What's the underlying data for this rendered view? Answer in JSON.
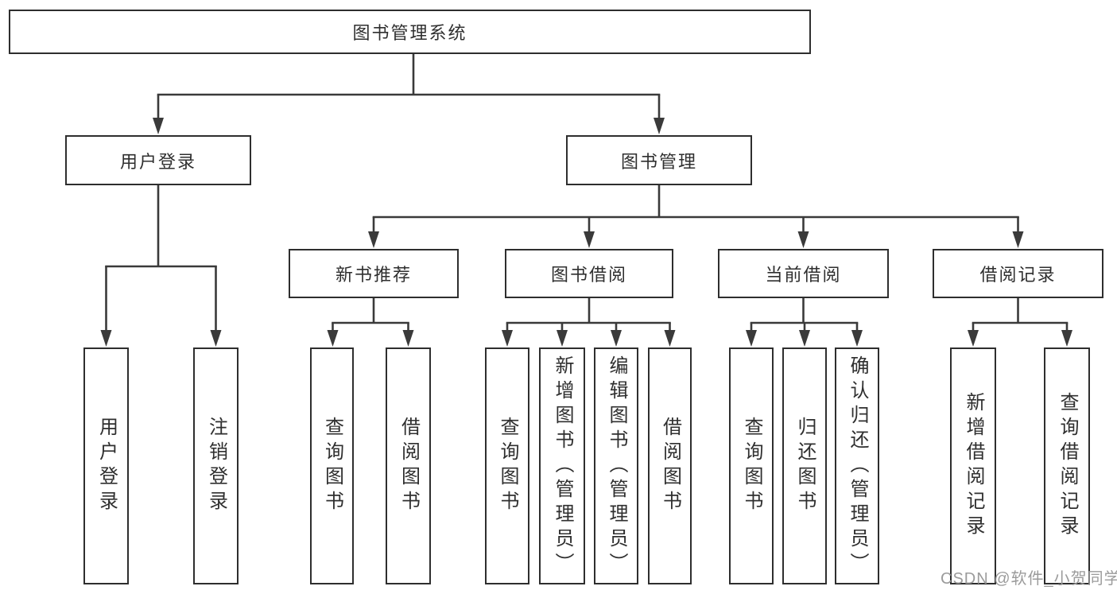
{
  "diagram_title": "图书管理系统",
  "tree": {
    "root": {
      "label": "图书管理系统"
    },
    "branches": [
      {
        "label": "用户登录",
        "children": [
          {
            "label": "用户登录"
          },
          {
            "label": "注销登录"
          }
        ]
      },
      {
        "label": "图书管理",
        "children": [
          {
            "label": "新书推荐",
            "children": [
              {
                "label": "查询图书"
              },
              {
                "label": "借阅图书"
              }
            ]
          },
          {
            "label": "图书借阅",
            "children": [
              {
                "label": "查询图书"
              },
              {
                "label": "新增图书（管理员）"
              },
              {
                "label": "编辑图书（管理员）"
              },
              {
                "label": "借阅图书"
              }
            ]
          },
          {
            "label": "当前借阅",
            "children": [
              {
                "label": "查询图书"
              },
              {
                "label": "归还图书"
              },
              {
                "label": "确认归还（管理员）"
              }
            ]
          },
          {
            "label": "借阅记录",
            "children": [
              {
                "label": "新增借阅记录"
              },
              {
                "label": "查询借阅记录"
              }
            ]
          }
        ]
      }
    ]
  },
  "watermark": {
    "text": "CSDN @软件_小贺同学",
    "color": "#9b9b9b"
  },
  "colors": {
    "line": "#3a3a3a",
    "border": "#2e2e2e",
    "text": "#2f2f2f",
    "background": "#ffffff"
  }
}
